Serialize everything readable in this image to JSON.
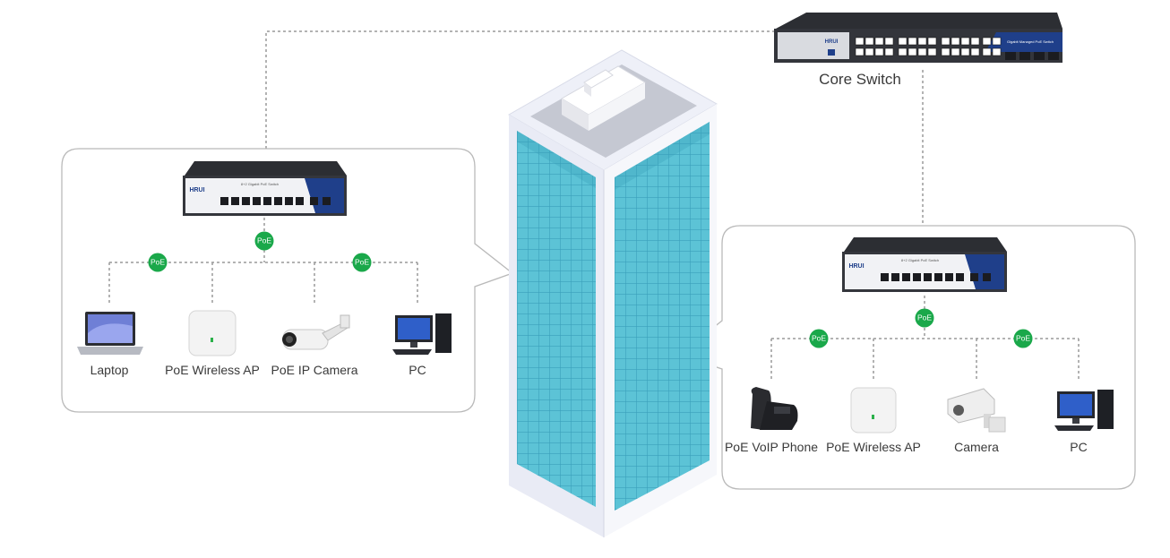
{
  "diagram": {
    "core_switch": {
      "label": "Core Switch",
      "brand": "HRUI",
      "model_text": "Gigabit Managed PoE Switch"
    },
    "left_panel": {
      "switch": {
        "brand": "HRUI",
        "model_text": "8+2 Gigabit PoE Switch"
      },
      "poe_badges": [
        "PoE",
        "PoE",
        "PoE"
      ],
      "devices": [
        {
          "label": "Laptop",
          "icon": "laptop-icon"
        },
        {
          "label": "PoE Wireless AP",
          "icon": "wireless-ap-icon"
        },
        {
          "label": "PoE IP Camera",
          "icon": "bullet-camera-icon"
        },
        {
          "label": "PC",
          "icon": "desktop-pc-icon"
        }
      ]
    },
    "right_panel": {
      "switch": {
        "brand": "HRUI",
        "model_text": "8+2 Gigabit PoE Switch"
      },
      "poe_badges": [
        "PoE",
        "PoE",
        "PoE"
      ],
      "devices": [
        {
          "label": "PoE VoIP Phone",
          "icon": "voip-phone-icon"
        },
        {
          "label": "PoE Wireless AP",
          "icon": "wireless-ap-icon"
        },
        {
          "label": "Camera",
          "icon": "box-camera-icon"
        },
        {
          "label": "PC",
          "icon": "desktop-pc-icon"
        }
      ]
    },
    "building": {
      "icon": "office-building-icon"
    },
    "colors": {
      "poe_badge": "#1aa84a",
      "building_glass": "#5cc3d6",
      "building_frame": "#eef0f8",
      "switch_body": "#2c2e33",
      "switch_accent": "#1f3f8a",
      "link_line": "#9a9a9a"
    }
  }
}
